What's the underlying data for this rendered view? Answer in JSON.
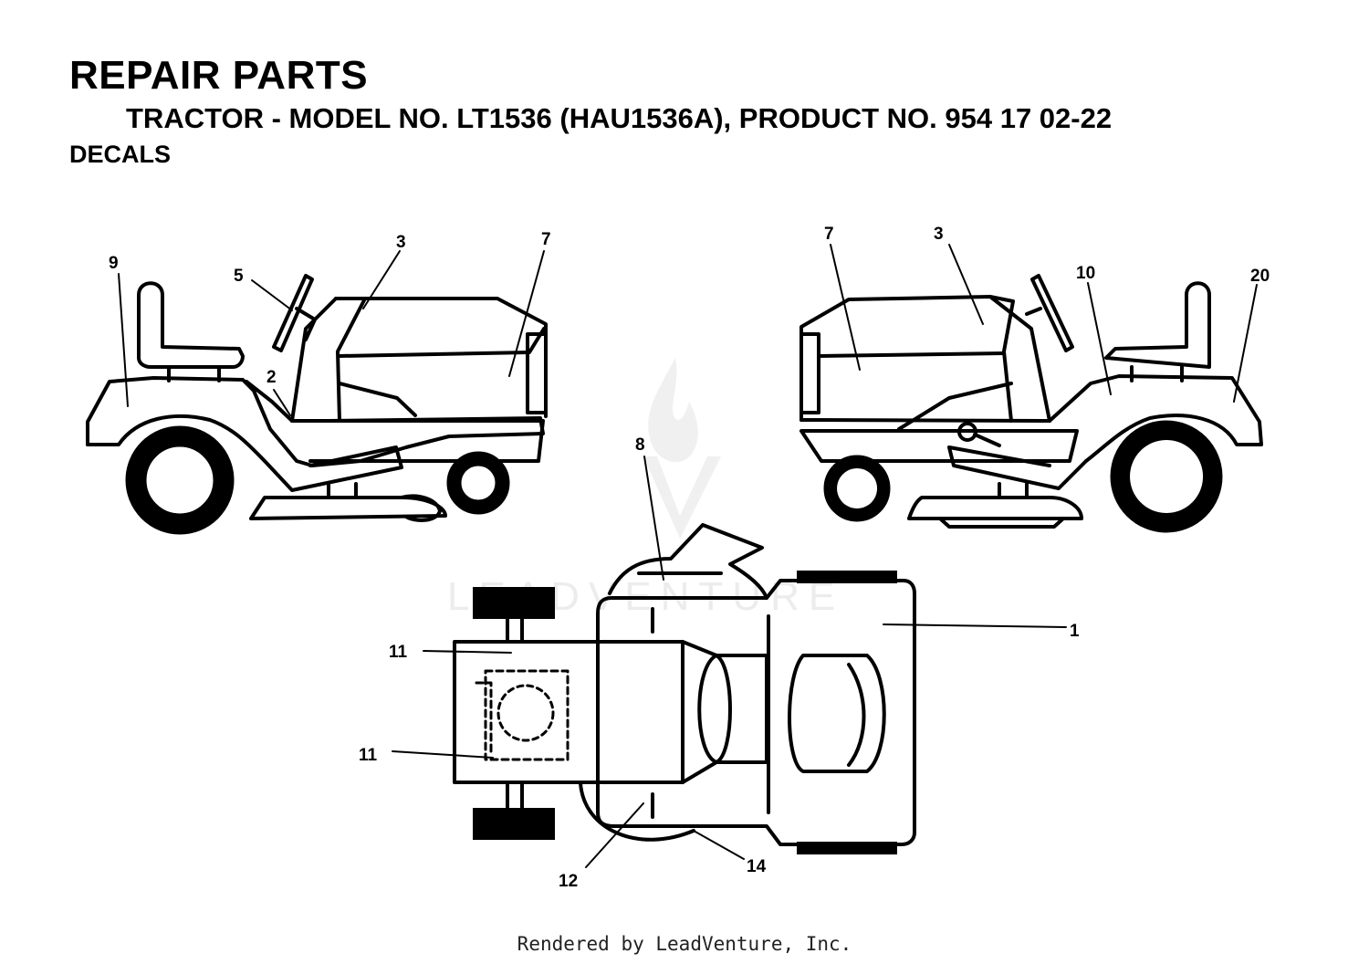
{
  "header": {
    "title": "REPAIR PARTS",
    "subtitle": "TRACTOR - MODEL NO. LT1536 (HAU1536A), PRODUCT NO. 954 17 02-22",
    "section": "DECALS"
  },
  "watermark": {
    "text": "LEADVENTURE"
  },
  "callouts": {
    "left_view": [
      "9",
      "5",
      "3",
      "7",
      "2"
    ],
    "right_view": [
      "7",
      "3",
      "10",
      "20"
    ],
    "top_view": [
      "8",
      "1",
      "11",
      "11",
      "12",
      "14"
    ]
  },
  "footer": {
    "text": "Rendered by LeadVenture, Inc."
  }
}
